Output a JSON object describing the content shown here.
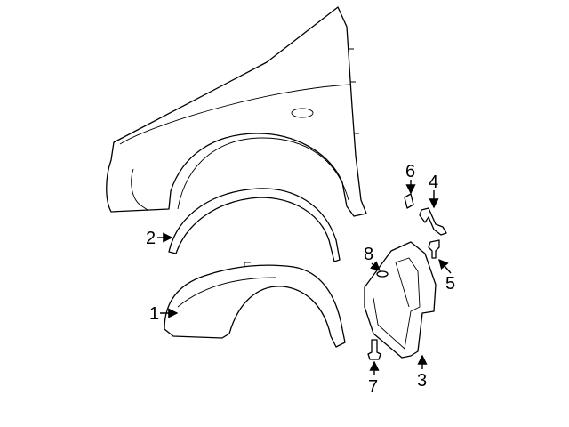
{
  "diagram": {
    "callouts": [
      {
        "number": "1",
        "part": "inner-fender-liner"
      },
      {
        "number": "2",
        "part": "wheel-opening-molding"
      },
      {
        "number": "3",
        "part": "mud-flap"
      },
      {
        "number": "4",
        "part": "bracket"
      },
      {
        "number": "5",
        "part": "push-pin-clip"
      },
      {
        "number": "6",
        "part": "nut"
      },
      {
        "number": "7",
        "part": "screw"
      },
      {
        "number": "8",
        "part": "retainer"
      }
    ]
  }
}
